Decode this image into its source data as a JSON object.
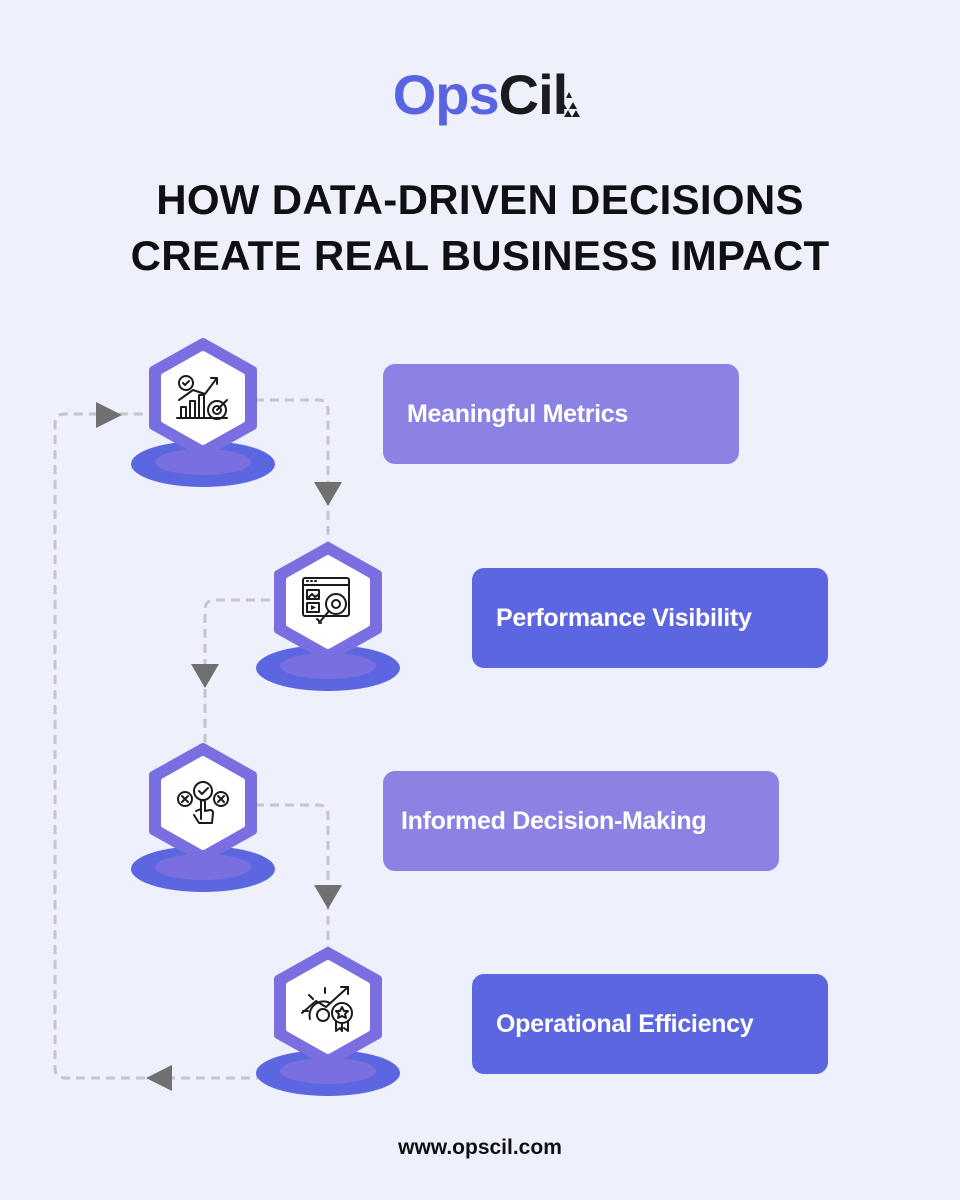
{
  "logo": {
    "part1": "Ops",
    "part2": "Cil"
  },
  "title": {
    "line1": "HOW DATA-DRIVEN DECISIONS",
    "line2": "CREATE REAL BUSINESS IMPACT"
  },
  "steps": [
    {
      "label": "Meaningful Metrics",
      "icon": "metrics-target-icon",
      "color": "#8c82e4"
    },
    {
      "label": "Performance Visibility",
      "icon": "dashboard-magnifier-icon",
      "color": "#5c66e1"
    },
    {
      "label": "Informed Decision-Making",
      "icon": "decision-hand-icon",
      "color": "#8c82e4"
    },
    {
      "label": "Operational Efficiency",
      "icon": "gear-award-icon",
      "color": "#5c66e1"
    }
  ],
  "footer": {
    "url": "www.opscil.com"
  },
  "colors": {
    "background": "#eef0fb",
    "accent_light": "#8c82e4",
    "accent_dark": "#5c66e1",
    "connector": "#c8c4cc",
    "arrow": "#707070"
  }
}
